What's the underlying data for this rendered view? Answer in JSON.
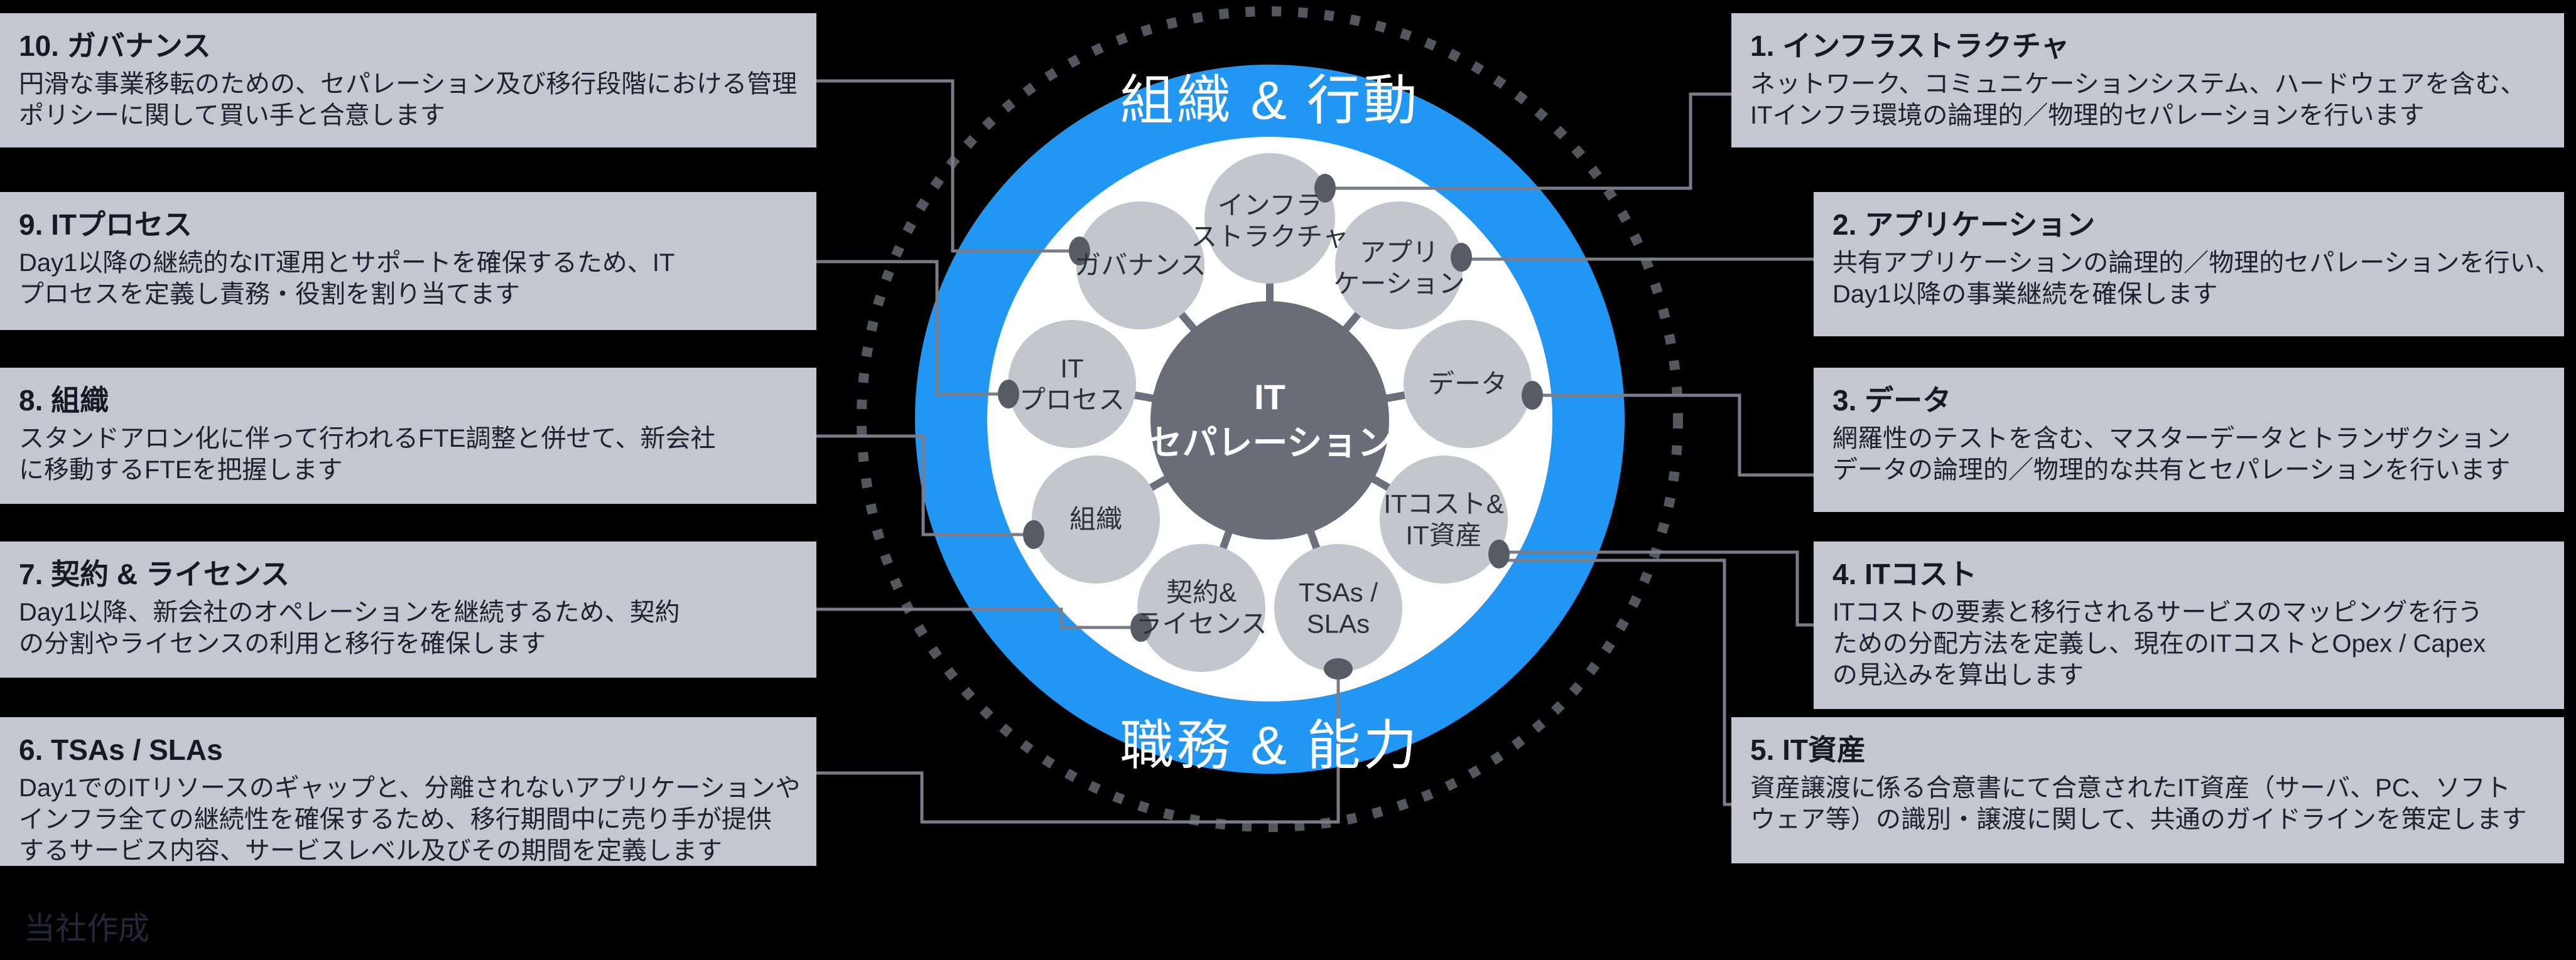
{
  "diagram": {
    "top_band_label": "組織 & 行動",
    "bottom_band_label": "職務 & 能力",
    "center_label": "IT\nセパレーション",
    "satellites": [
      {
        "id": "infrastructure",
        "label": "インフラ\nストラクチャ"
      },
      {
        "id": "application",
        "label": "アプリ\nケーション"
      },
      {
        "id": "data",
        "label": "データ"
      },
      {
        "id": "it-cost-assets",
        "label": "ITコスト&\nIT資産"
      },
      {
        "id": "tsas-slas",
        "label": "TSAs /\nSLAs"
      },
      {
        "id": "contract-license",
        "label": "契約&\nライセンス"
      },
      {
        "id": "organization",
        "label": "組織"
      },
      {
        "id": "it-process",
        "label": "IT\nプロセス"
      },
      {
        "id": "governance",
        "label": "ガバナンス"
      }
    ]
  },
  "left_boxes": [
    {
      "title": "10. ガバナンス",
      "body": "円滑な事業移転のための、セパレーション及び移行段階における管理\nポリシーに関して買い手と合意します"
    },
    {
      "title": "9. ITプロセス",
      "body": "Day1以降の継続的なIT運用とサポートを確保するため、IT\nプロセスを定義し責務・役割を割り当てます"
    },
    {
      "title": "8. 組織",
      "body": "スタンドアロン化に伴って行われるFTE調整と併せて、新会社\nに移動するFTEを把握します"
    },
    {
      "title": "7. 契約 & ライセンス",
      "body": "Day1以降、新会社のオペレーションを継続するため、契約\nの分割やライセンスの利用と移行を確保します"
    },
    {
      "title": "6. TSAs / SLAs",
      "body": "Day1でのITリソースのギャップと、分離されないアプリケーションや\nインフラ全ての継続性を確保するため、移行期間中に売り手が提供\nするサービス内容、サービスレベル及びその期間を定義します"
    }
  ],
  "right_boxes": [
    {
      "title": "1. インフラストラクチャ",
      "body": "ネットワーク、コミュニケーションシステム、ハードウェアを含む、\nITインフラ環境の論理的／物理的セパレーションを行います"
    },
    {
      "title": "2. アプリケーション",
      "body": "共有アプリケーションの論理的／物理的セパレーションを行い、\nDay1以降の事業継続を確保します"
    },
    {
      "title": "3. データ",
      "body": "網羅性のテストを含む、マスターデータとトランザクション\nデータの論理的／物理的な共有とセパレーションを行います"
    },
    {
      "title": "4. ITコスト",
      "body": "ITコストの要素と移行されるサービスのマッピングを行う\nための分配方法を定義し、現在のITコストとOpex / Capex\nの見込みを算出します"
    },
    {
      "title": "5. IT資産",
      "body": "資産譲渡に係る合意書にて合意されたIT資産（サーバ、PC、ソフト\nウェア等）の識別・譲渡に関して、共通のガイドラインを策定します"
    }
  ],
  "footer_note": "当社作成",
  "colors": {
    "background": "#000000",
    "box_background": "#c5c6d0",
    "box_text": "#1a1e2b",
    "blue_ring": "#2196f3",
    "inner_disc": "#ffffff",
    "satellite_fill": "#c4c6ce",
    "center_fill": "#6a6d78",
    "dotted_ring": "#54575e",
    "connector": "#7a7d87",
    "connector_dot": "#575b66"
  }
}
